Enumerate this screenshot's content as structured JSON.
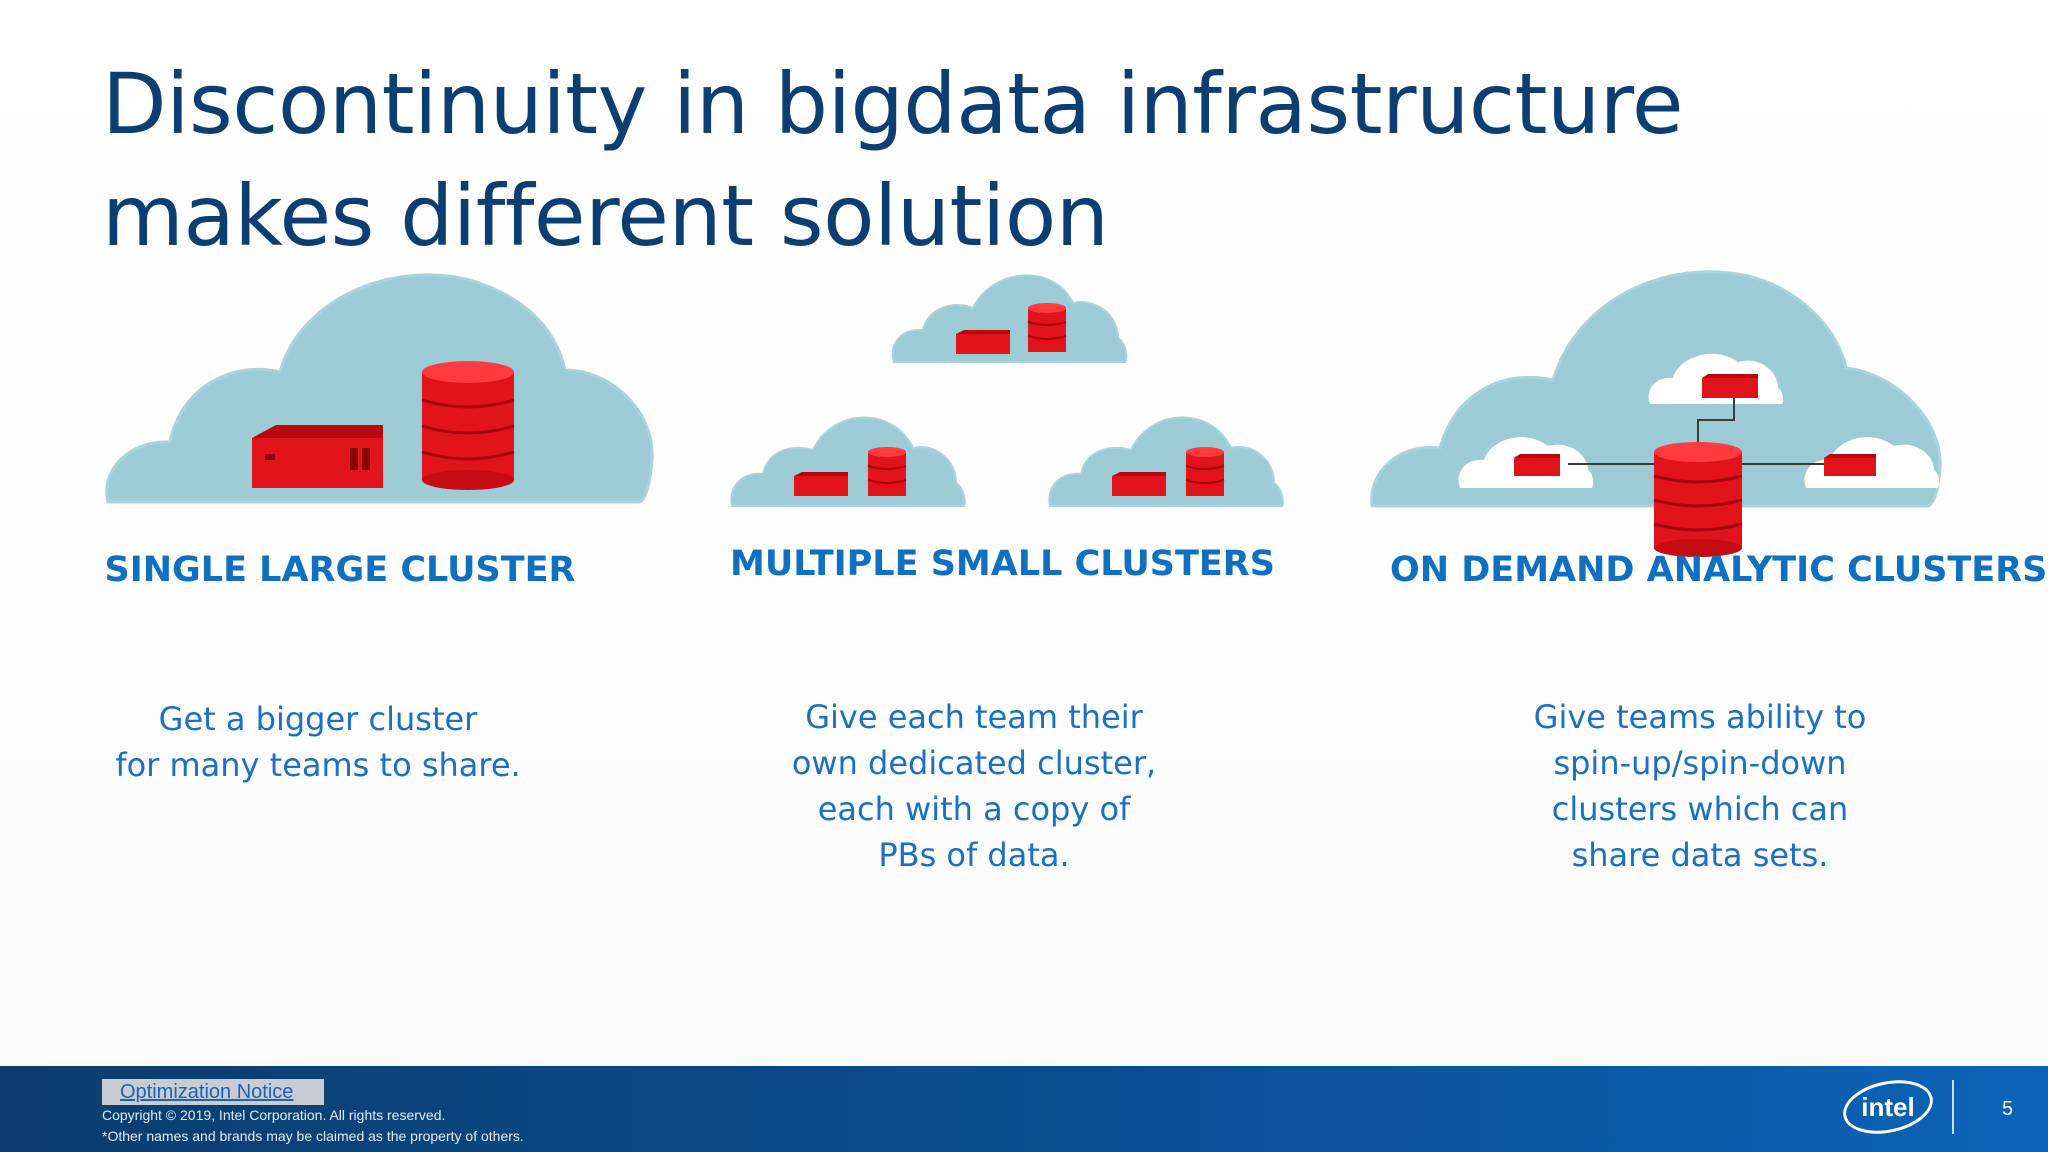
{
  "slide": {
    "title": "Discontinuity in bigdata infrastructure makes different solution",
    "page_number": "5"
  },
  "panels": [
    {
      "heading": "SINGLE LARGE CLUSTER",
      "description": "Get a bigger cluster\nfor many teams to share."
    },
    {
      "heading": "MULTIPLE SMALL CLUSTERS",
      "description": "Give each team their\nown dedicated cluster,\neach with a copy of\nPBs of data."
    },
    {
      "heading": "ON DEMAND ANALYTIC CLUSTERS",
      "description": "Give teams ability to\nspin-up/spin-down\nclusters which can\nshare data sets."
    }
  ],
  "footer": {
    "optimization_notice": "Optimization Notice",
    "copyright": "Copyright ©  2019, Intel Corporation. All rights reserved.",
    "trademark_note": "*Other names and brands may be claimed as the property of others.",
    "logo_text": "intel"
  },
  "colors": {
    "title": "#0b3e73",
    "accent_blue": "#0f6fc1",
    "cloud": "#9ccbd6",
    "server_red": "#e2141b"
  },
  "icons": [
    "cloud-icon",
    "server-icon",
    "database-icon",
    "intel-logo"
  ]
}
